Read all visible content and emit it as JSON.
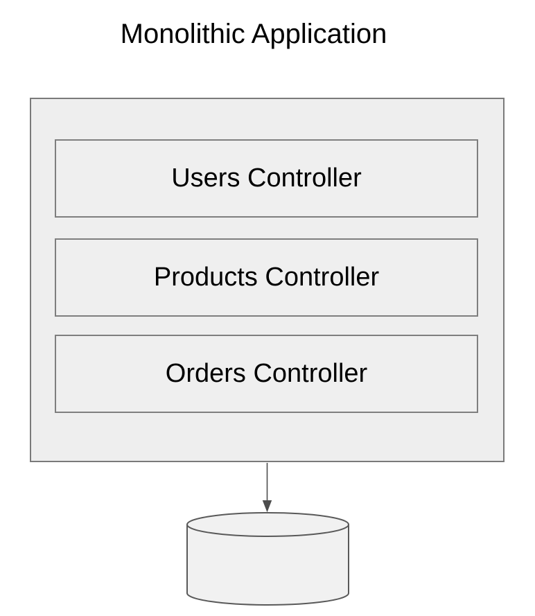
{
  "diagram": {
    "title": "Monolithic Application",
    "container": {
      "role": "monolith-boundary"
    },
    "controllers": [
      {
        "label": "Users Controller"
      },
      {
        "label": "Products Controller"
      },
      {
        "label": "Orders Controller"
      }
    ],
    "database": {
      "icon": "database-cylinder-icon"
    },
    "connections": [
      {
        "from": "monolith-boundary",
        "to": "database",
        "style": "arrow-down"
      }
    ],
    "colors": {
      "background": "#ffffff",
      "box_fill": "#eeeeee",
      "inner_box_fill": "#efefef",
      "box_border": "#7a7a7a",
      "cylinder_fill": "#f1f1f1",
      "cylinder_stroke": "#595959",
      "arrow": "#4d4d4d",
      "text": "#000000"
    }
  }
}
